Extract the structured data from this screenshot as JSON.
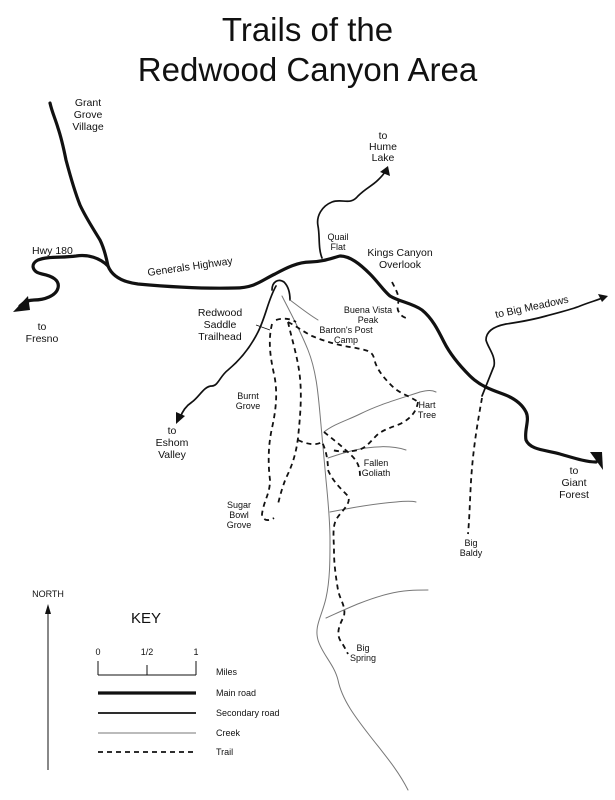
{
  "title": {
    "line1": "Trails of the",
    "line2": "Redwood Canyon Area"
  },
  "labels": {
    "grant_grove": [
      "Grant",
      "Grove",
      "Village"
    ],
    "hume_lake": [
      "to",
      "Hume",
      "Lake"
    ],
    "quail_flat": [
      "Quail",
      "Flat"
    ],
    "kings_canyon": [
      "Kings Canyon",
      "Overlook"
    ],
    "hwy180": "Hwy 180",
    "generals_highway": "Generals Highway",
    "fresno": [
      "to",
      "Fresno"
    ],
    "buena_vista": [
      "Buena Vista",
      "Peak"
    ],
    "bartons": [
      "Barton's Post",
      "Camp"
    ],
    "trailhead": [
      "Redwood",
      "Saddle",
      "Trailhead"
    ],
    "big_meadows": "to Big Meadows",
    "burnt_grove": [
      "Burnt",
      "Grove"
    ],
    "hart_tree": [
      "Hart",
      "Tree"
    ],
    "eshom": [
      "to",
      "Eshom",
      "Valley"
    ],
    "fallen_goliath": [
      "Fallen",
      "Goliath"
    ],
    "giant_forest": [
      "to",
      "Giant",
      "Forest"
    ],
    "sugar_bowl": [
      "Sugar",
      "Bowl",
      "Grove"
    ],
    "big_baldy": [
      "Big",
      "Baldy"
    ],
    "big_spring": [
      "Big",
      "Spring"
    ]
  },
  "north_label": "NORTH",
  "key": {
    "title": "KEY",
    "scale_ticks": [
      "0",
      "1/2",
      "1"
    ],
    "items": [
      "Miles",
      "Main road",
      "Secondary road",
      "Creek",
      "Trail"
    ]
  }
}
